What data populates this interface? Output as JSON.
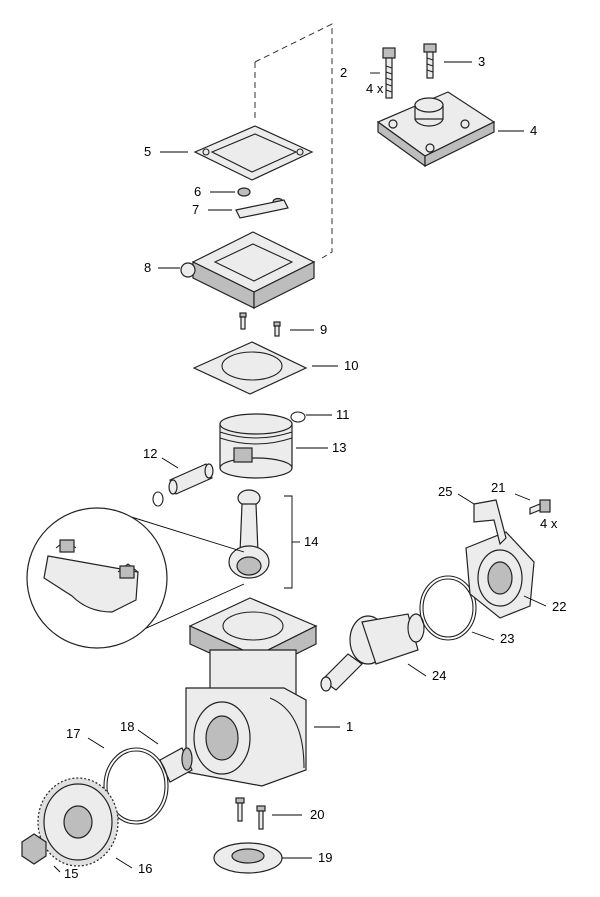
{
  "callouts": [
    {
      "id": "1",
      "text": "1"
    },
    {
      "id": "2",
      "text": "2"
    },
    {
      "id": "3",
      "text": "3"
    },
    {
      "id": "4",
      "text": "4"
    },
    {
      "id": "5",
      "text": "5"
    },
    {
      "id": "6",
      "text": "6"
    },
    {
      "id": "7",
      "text": "7"
    },
    {
      "id": "8",
      "text": "8"
    },
    {
      "id": "9",
      "text": "9"
    },
    {
      "id": "10",
      "text": "10"
    },
    {
      "id": "11",
      "text": "11"
    },
    {
      "id": "12",
      "text": "12"
    },
    {
      "id": "13",
      "text": "13"
    },
    {
      "id": "14",
      "text": "14"
    },
    {
      "id": "15",
      "text": "15"
    },
    {
      "id": "16",
      "text": "16"
    },
    {
      "id": "17",
      "text": "17"
    },
    {
      "id": "18",
      "text": "18"
    },
    {
      "id": "19",
      "text": "19"
    },
    {
      "id": "20",
      "text": "20"
    },
    {
      "id": "21",
      "text": "21"
    },
    {
      "id": "22",
      "text": "22"
    },
    {
      "id": "23",
      "text": "23"
    },
    {
      "id": "24",
      "text": "24"
    },
    {
      "id": "25",
      "text": "25"
    }
  ],
  "quantity_notes": {
    "bolts_2": "4 x",
    "screws_21": "4 x"
  }
}
